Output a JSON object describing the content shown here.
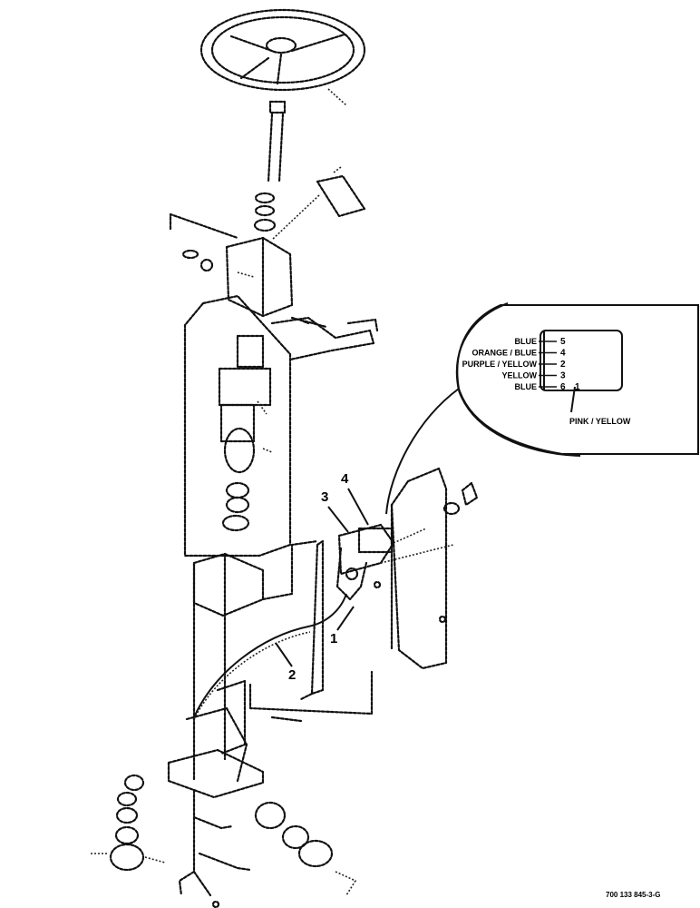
{
  "callouts": [
    "1",
    "2",
    "3",
    "4"
  ],
  "detail": {
    "wires": [
      {
        "color": "BLUE",
        "pin": "5"
      },
      {
        "color": "ORANGE / BLUE",
        "pin": "4"
      },
      {
        "color": "PURPLE / YELLOW",
        "pin": "2"
      },
      {
        "color": "YELLOW",
        "pin": "3"
      },
      {
        "color": "BLUE",
        "pin": "6"
      }
    ],
    "pin_extra": "1",
    "bottom_wire": "PINK / YELLOW"
  },
  "figure_number": "700 133 845-3-G"
}
